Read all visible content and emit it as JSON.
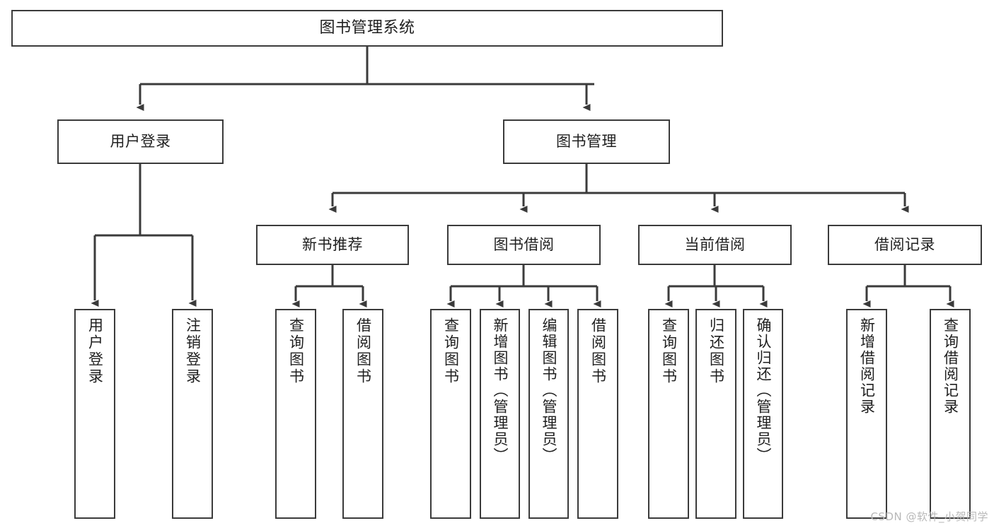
{
  "diagram": {
    "title": "图书管理系统",
    "type": "tree-hierarchy",
    "watermark": "CSDN @软件_小贺同学",
    "colors": {
      "stroke": "#3b3b3b",
      "fill": "#ffffff",
      "text": "#1f1f1f",
      "watermark": "#b8b8b8"
    },
    "nodes": {
      "root": {
        "label": "图书管理系统"
      },
      "level2": [
        {
          "label": "用户登录"
        },
        {
          "label": "图书管理"
        }
      ],
      "level3": [
        {
          "label": "新书推荐"
        },
        {
          "label": "图书借阅"
        },
        {
          "label": "当前借阅"
        },
        {
          "label": "借阅记录"
        }
      ],
      "leaves": {
        "user_login": [
          {
            "label": "用户登录"
          },
          {
            "label": "注销登录"
          }
        ],
        "new_book_recommend": [
          {
            "label": "查询图书"
          },
          {
            "label": "借阅图书"
          }
        ],
        "book_borrow": [
          {
            "label": "查询图书"
          },
          {
            "label": "新增图书（管理员）"
          },
          {
            "label": "编辑图书（管理员）"
          },
          {
            "label": "借阅图书"
          }
        ],
        "current_borrow": [
          {
            "label": "查询图书"
          },
          {
            "label": "归还图书"
          },
          {
            "label": "确认归还（管理员）"
          }
        ],
        "borrow_record": [
          {
            "label": "新增借阅记录"
          },
          {
            "label": "查询借阅记录"
          }
        ]
      }
    }
  },
  "chart_data": {
    "type": "diagram-tree",
    "title": "图书管理系统",
    "root": "图书管理系统",
    "edges": [
      {
        "from": "图书管理系统",
        "to": "用户登录"
      },
      {
        "from": "图书管理系统",
        "to": "图书管理"
      },
      {
        "from": "用户登录",
        "to": "用户登录(叶)"
      },
      {
        "from": "用户登录",
        "to": "注销登录"
      },
      {
        "from": "图书管理",
        "to": "新书推荐"
      },
      {
        "from": "图书管理",
        "to": "图书借阅"
      },
      {
        "from": "图书管理",
        "to": "当前借阅"
      },
      {
        "from": "图书管理",
        "to": "借阅记录"
      },
      {
        "from": "新书推荐",
        "to": "查询图书"
      },
      {
        "from": "新书推荐",
        "to": "借阅图书"
      },
      {
        "from": "图书借阅",
        "to": "查询图书"
      },
      {
        "from": "图书借阅",
        "to": "新增图书（管理员）"
      },
      {
        "from": "图书借阅",
        "to": "编辑图书（管理员）"
      },
      {
        "from": "图书借阅",
        "to": "借阅图书"
      },
      {
        "from": "当前借阅",
        "to": "查询图书"
      },
      {
        "from": "当前借阅",
        "to": "归还图书"
      },
      {
        "from": "当前借阅",
        "to": "确认归还（管理员）"
      },
      {
        "from": "借阅记录",
        "to": "新增借阅记录"
      },
      {
        "from": "借阅记录",
        "to": "查询借阅记录"
      }
    ]
  }
}
